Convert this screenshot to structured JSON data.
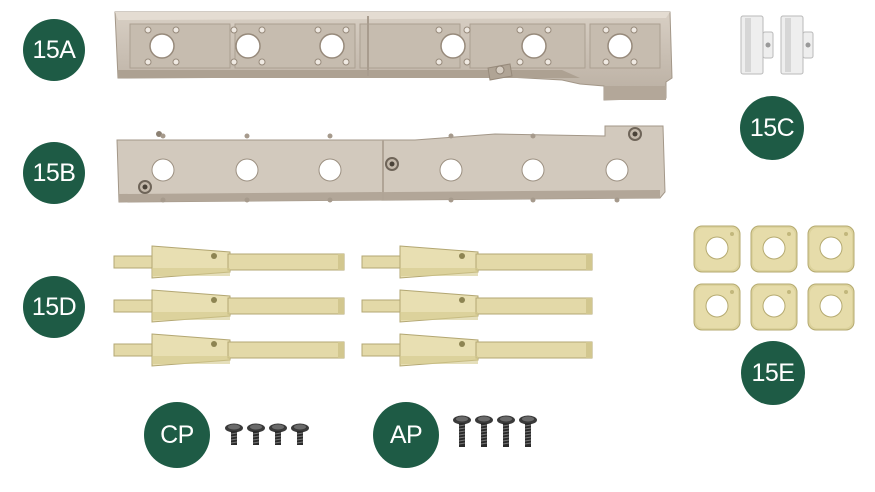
{
  "labels": {
    "a": "15A",
    "b": "15B",
    "c": "15C",
    "d": "15D",
    "e": "15E",
    "cp": "CP",
    "ap": "AP"
  },
  "colors": {
    "badge": "#1e5b45",
    "rail": "#cdc3b7",
    "rail_shadow": "#a89d92",
    "yellow_part": "#e3d9a8",
    "white_part": "#eeeeee",
    "screw": "#2b2b2b"
  },
  "icons": {
    "parts": [
      "manifold-rail-icon",
      "flat-rail-icon",
      "bracket-icon",
      "injector-icon",
      "gasket-icon",
      "screw-icon"
    ]
  },
  "counts": {
    "injectors": 6,
    "gaskets": 6,
    "cp_screws": 4,
    "ap_screws": 4,
    "brackets": 2
  }
}
